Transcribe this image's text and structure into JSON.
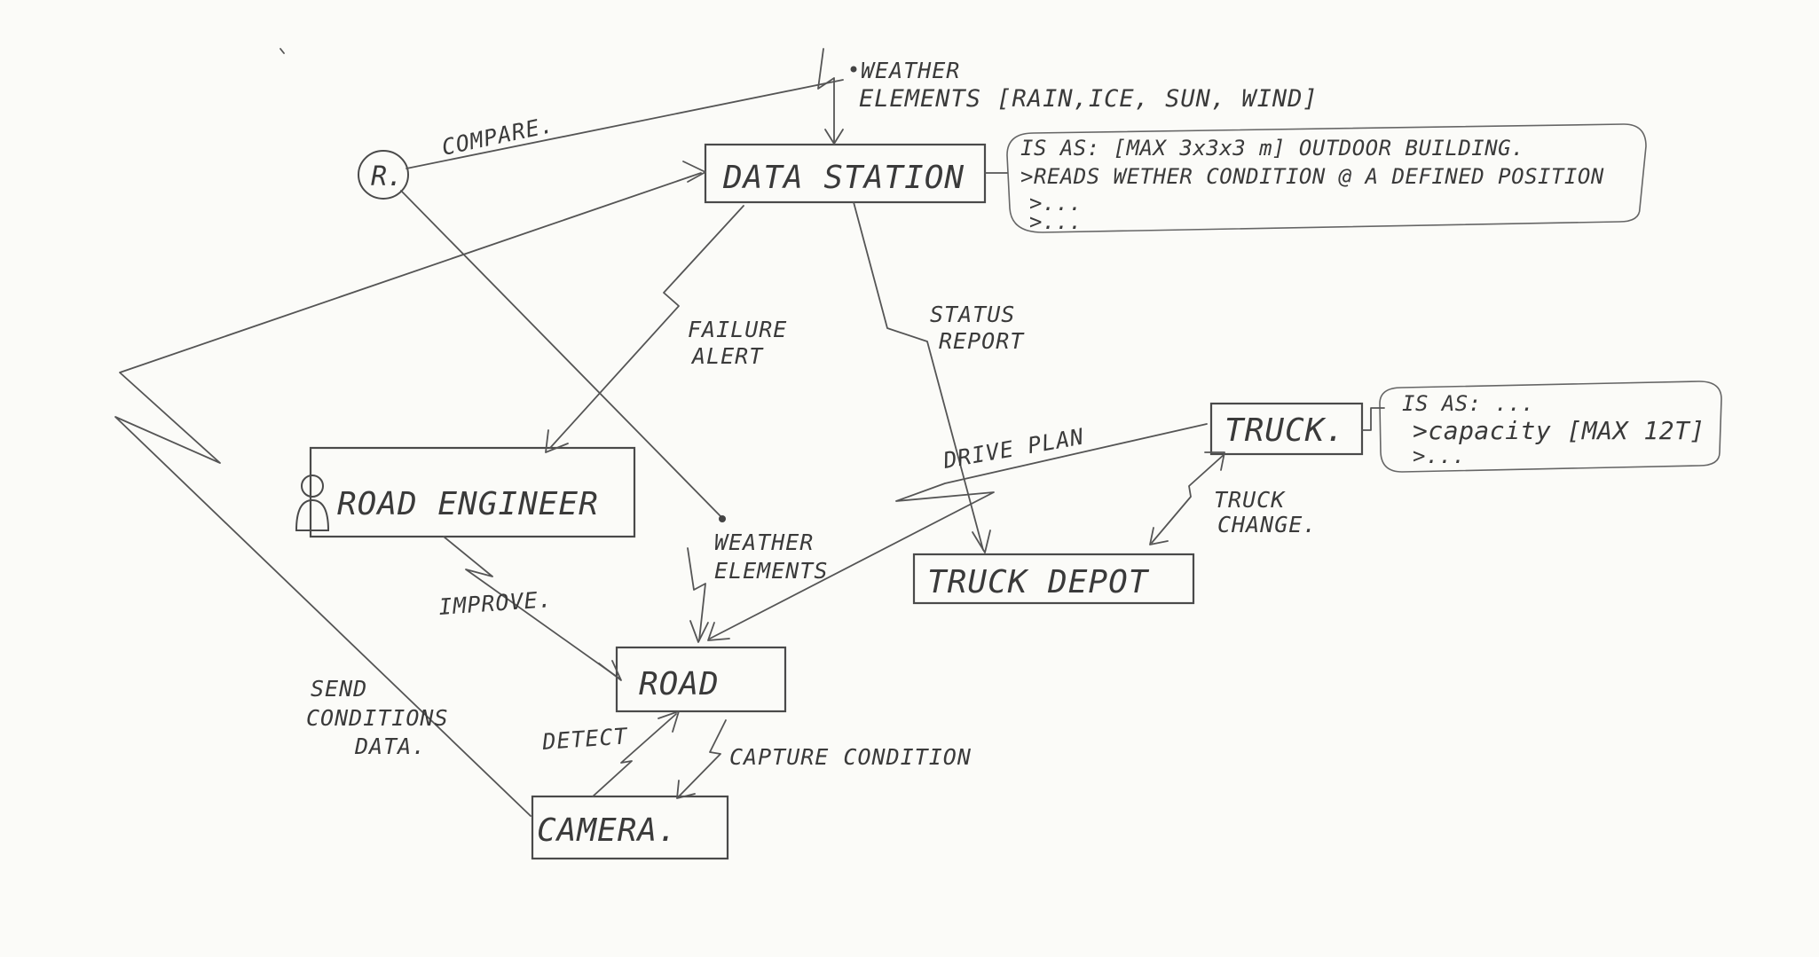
{
  "nodes": {
    "data_station": "DATA STATION",
    "road_engineer": "ROAD ENGINEER",
    "road": "ROAD",
    "camera": "CAMERA.",
    "truck": "TRUCK.",
    "truck_depot": "TRUCK DEPOT",
    "r_circle": "R."
  },
  "edge_labels": {
    "compare": "COMPARE.",
    "weather_elements_top_1": "WEATHER",
    "weather_elements_top_2": "ELEMENTS [RAIN,ICE, SUN, WIND]",
    "failure_alert_1": "FAILURE",
    "failure_alert_2": "ALERT",
    "status_report_1": "STATUS",
    "status_report_2": "REPORT",
    "drive_plan": "DRIVE PLAN",
    "truck_change_1": "TRUCK",
    "truck_change_2": "CHANGE.",
    "weather_elements_road_1": "WEATHER",
    "weather_elements_road_2": "ELEMENTS",
    "improve": "IMPROVE.",
    "send_conditions_1": "SEND",
    "send_conditions_2": "CONDITIONS",
    "send_conditions_3": "DATA.",
    "detect": "DETECT",
    "capture_condition": "CAPTURE CONDITION"
  },
  "notes": {
    "data_station_note": [
      "IS AS: [MAX 3x3x3 m] OUTDOOR BUILDING.",
      ">READS WETHER CONDITION @ A DEFINED POSITION",
      ">...",
      ">..."
    ],
    "truck_note": [
      "IS AS: ...",
      ">capacity [MAX 12T]",
      ">..."
    ]
  },
  "icons": {
    "road_engineer_icon": "person-icon"
  }
}
